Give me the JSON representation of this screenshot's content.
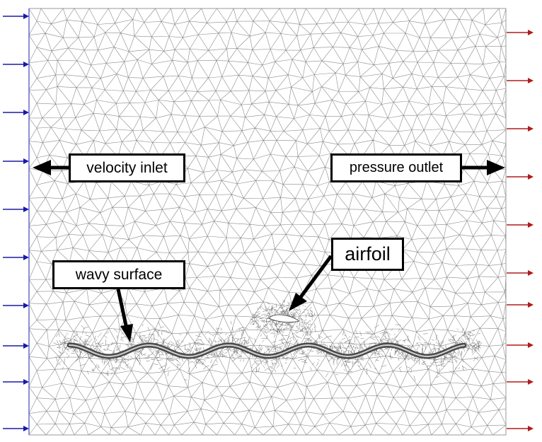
{
  "labels": {
    "velocity_inlet": "velocity inlet",
    "pressure_outlet": "pressure outlet",
    "airfoil": "airfoil",
    "wavy_surface": "wavy surface"
  },
  "colors": {
    "inlet_arrow": "#1a1aa8",
    "outlet_arrow": "#b01c1c",
    "mesh_line": "#8a8a8a",
    "callout": "#000000"
  }
}
